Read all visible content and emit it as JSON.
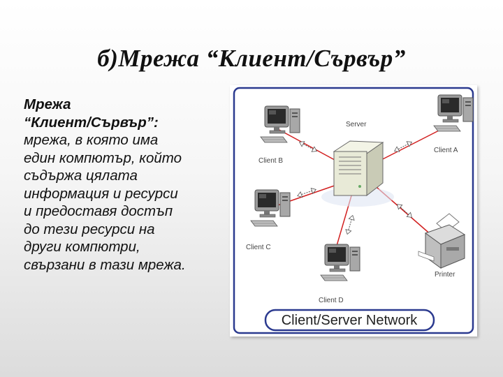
{
  "slide": {
    "title": "б)Мрежа “Клиент/Сървър”",
    "body": {
      "term_line1": "Мрежа",
      "term_line2": "“Клиент/Сървър”:",
      "lines": [
        "мрежа, в която има",
        "един компютър, който",
        "съдържа цялата",
        "информация и ресурси",
        "и предоставя достъп",
        "до тези ресурси на",
        "други компютри,",
        "свързани в тази мрежа."
      ]
    }
  },
  "diagram": {
    "caption": "Client/Server Network",
    "labels": {
      "server": "Server",
      "client_a": "Client A",
      "client_b": "Client B",
      "client_c": "Client C",
      "client_d": "Client D",
      "printer": "Printer"
    },
    "colors": {
      "border": "#2b3a8f",
      "link": "#d22020",
      "server_body": "#e8ead7",
      "monitor": "#8a8a8a"
    },
    "icons": [
      "server-tower-icon",
      "computer-icon",
      "printer-icon",
      "double-arrow-icon"
    ]
  }
}
